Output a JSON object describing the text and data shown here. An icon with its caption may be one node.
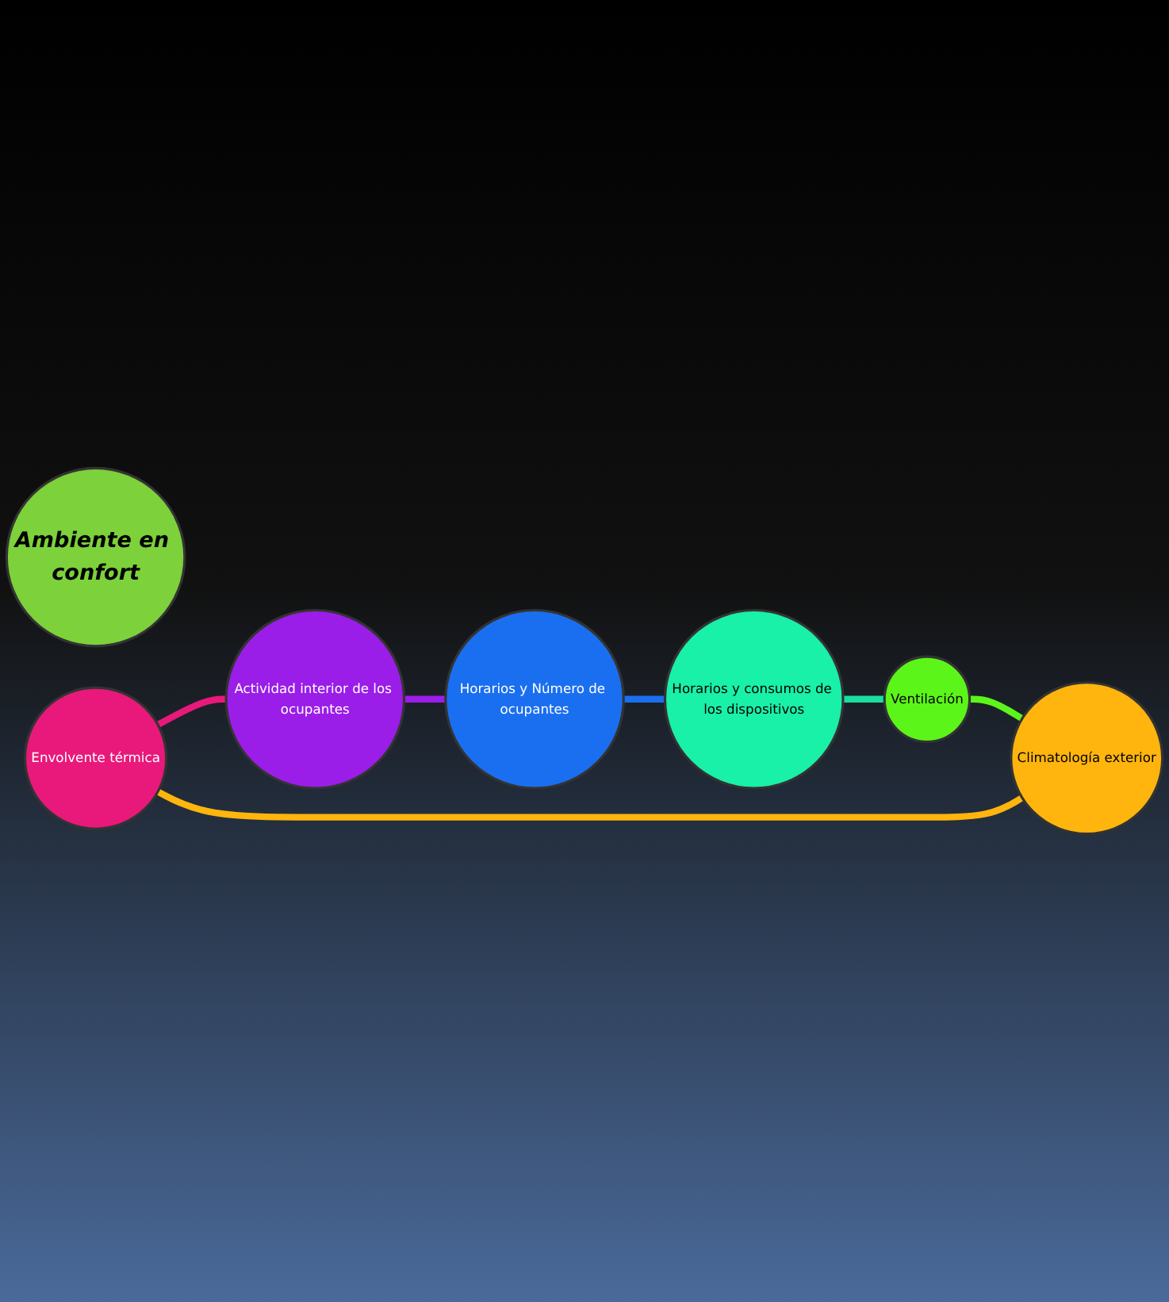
{
  "diagram": {
    "nodes": [
      {
        "text": [
          "Ambiente en confort"
        ]
      },
      {
        "text": [
          "Envolvente térmica"
        ]
      },
      {
        "text": [
          "Actividad interior de los ocupantes"
        ]
      },
      {
        "text": [
          "Horarios y Número de ocupantes"
        ]
      },
      {
        "text": [
          "Horarios y consumos de los dispositivos"
        ]
      },
      {
        "text": [
          "Ventilación"
        ]
      },
      {
        "text": [
          "Climatología exterior"
        ]
      }
    ],
    "edges": [
      {
        "from": 1,
        "to": 2,
        "arrow": "none",
        "color": "#e8197a"
      },
      {
        "from": 2,
        "to": 3,
        "arrow": "none",
        "color": "#9b1de8"
      },
      {
        "from": 3,
        "to": 4,
        "arrow": "none",
        "color": "#1a6ff0"
      },
      {
        "from": 4,
        "to": 5,
        "arrow": "none",
        "color": "#19e0a0"
      },
      {
        "from": 5,
        "to": 6,
        "arrow": "none",
        "color": "#5cf51a"
      },
      {
        "from": 6,
        "to": 1,
        "arrow": "none",
        "color": "#ffb50d"
      }
    ]
  }
}
